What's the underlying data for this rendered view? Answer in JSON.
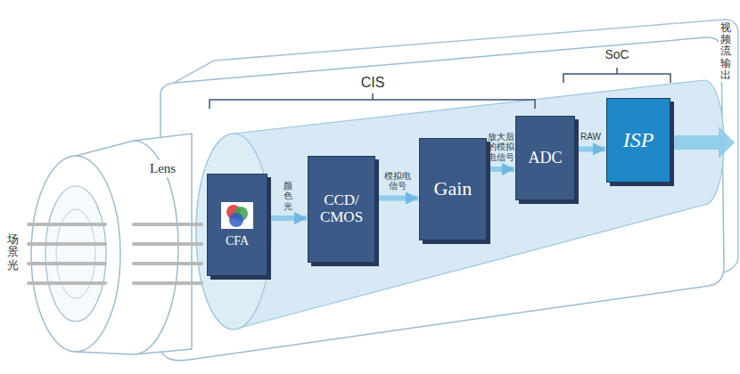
{
  "diagram": {
    "nodes": [
      {
        "text": [
          "CFA"
        ]
      },
      {
        "text": [
          "CCD/ CMOS"
        ]
      },
      {
        "text": [
          "Gain"
        ]
      },
      {
        "text": [
          "ADC"
        ]
      },
      {
        "text": [
          "ISP"
        ]
      }
    ],
    "edges": [
      {
        "from": 0,
        "to": 1,
        "arrow": "to",
        "label": "颜色光"
      },
      {
        "from": 1,
        "to": 2,
        "arrow": "to",
        "label": "模拟电信号"
      },
      {
        "from": 2,
        "to": 3,
        "arrow": "to",
        "label": "放大后的模拟电信号"
      },
      {
        "from": 3,
        "to": 4,
        "arrow": "to",
        "label": "RAW"
      }
    ],
    "labels": [
      "场景光",
      "Lens",
      "CIS",
      "SoC",
      "视频流输出"
    ]
  }
}
